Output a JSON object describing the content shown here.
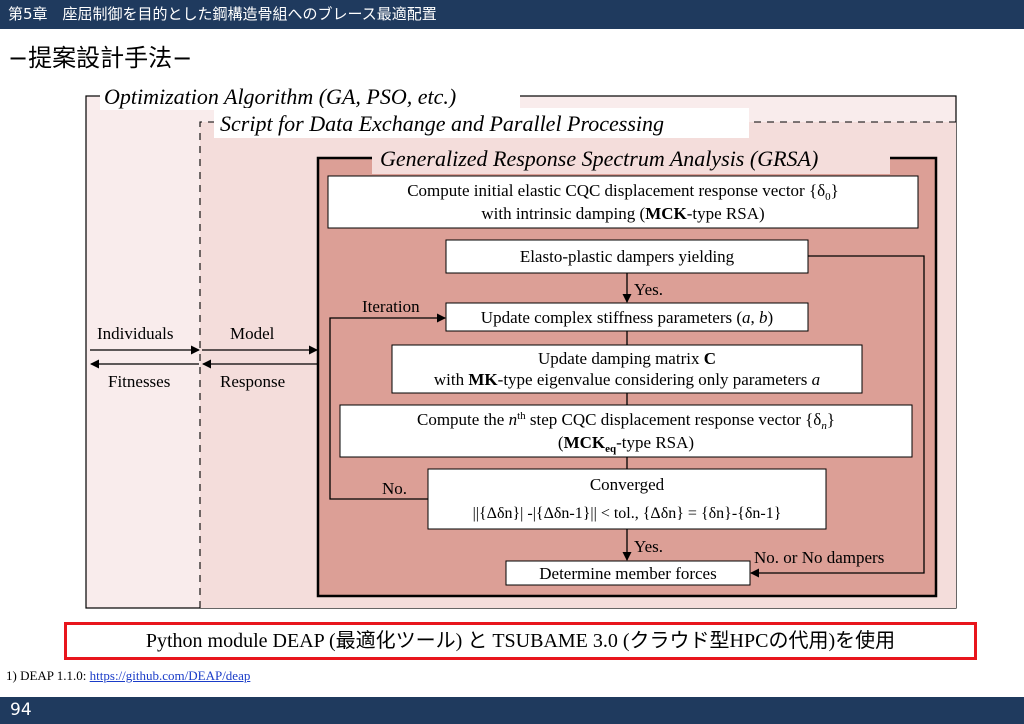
{
  "header": {
    "chapter_title": "第5章　座屈制御を目的とした鋼構造骨組へのブレース最適配置"
  },
  "slide": {
    "title": "−提案設計手法−"
  },
  "diagram": {
    "outer_label": "Optimization Algorithm (GA, PSO, etc.)",
    "script_label": "Script for Data Exchange and Parallel Processing",
    "grsa_label": "Generalized Response Spectrum Analysis (GRSA)",
    "individuals": "Individuals",
    "fitnesses": "Fitnesses",
    "model": "Model",
    "response": "Response",
    "iteration": "Iteration",
    "box1_line1": "Compute initial elastic CQC displacement response vector {δ",
    "box1_sub": "0",
    "box1_close": "}",
    "box1_line2_pre": "with intrinsic damping (",
    "box1_line2_bold": "MCK",
    "box1_line2_post": "-type RSA)",
    "box2": "Elasto-plastic dampers yielding",
    "yes1": "Yes.",
    "box3_pre": "Update complex stiffness parameters (",
    "box3_a": "a",
    "box3_mid": ", ",
    "box3_b": "b",
    "box3_post": ")",
    "box4_line1_pre": "Update damping matrix ",
    "box4_line1_bold": "C",
    "box4_line2_pre": "with ",
    "box4_line2_bold": "MK",
    "box4_line2_post": "-type eigenvalue considering only parameters ",
    "box4_line2_a": "a",
    "box5_line1_pre": "Compute the ",
    "box5_line1_n": "n",
    "box5_line1_sup": "th",
    "box5_line1_post": " step CQC displacement response vector {δ",
    "box5_line1_sub": "n",
    "box5_line1_close": "}",
    "box5_line2_open": "(",
    "box5_line2_bold": "MCK",
    "box5_line2_sub": "eq",
    "box5_line2_post": "-type RSA)",
    "no_label": "No.",
    "box6_line1": "Converged",
    "box6_line2": "||{Δδn}| -|{Δδn-1}|| < tol., {Δδn} = {δn}-{δn-1}",
    "yes2": "Yes.",
    "no_or_no_dampers": "No. or No dampers",
    "box7": "Determine member forces"
  },
  "note": {
    "text": "Python module DEAP (最適化ツール) と TSUBAME 3.0 (クラウド型HPCの代用)を使用"
  },
  "reference": {
    "prefix": "1) DEAP 1.1.0: ",
    "link": "https://github.com/DEAP/deap"
  },
  "footer": {
    "page_number": "94"
  },
  "colors": {
    "header_bg": "#1f3a5e",
    "outer_fill": "#f9ecec",
    "script_fill": "#f4dddb",
    "grsa_fill": "#dc9f96",
    "note_border": "#e8151c"
  }
}
